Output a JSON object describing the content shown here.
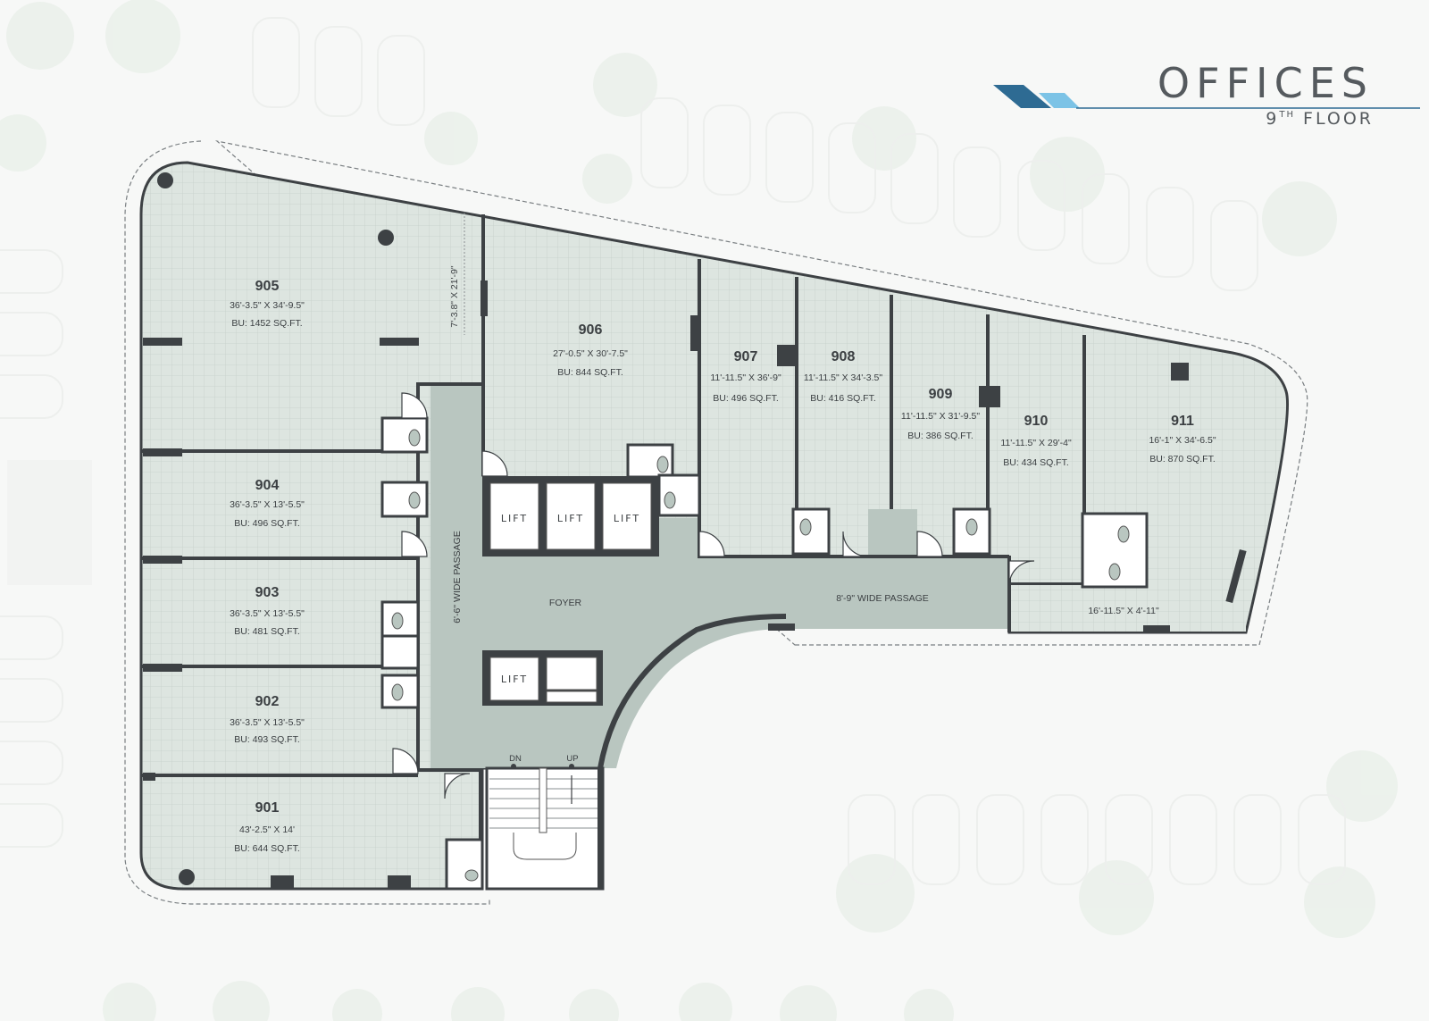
{
  "title": {
    "main": "OFFICES",
    "floor_num": "9",
    "floor_sup": "TH",
    "floor_word": "FLOOR"
  },
  "colors": {
    "unit_fill": "#dde5e0",
    "common_fill": "#b9c6c0",
    "wall": "#3d4144",
    "accent_dark": "#2e6b93",
    "accent_light": "#7cc3e6"
  },
  "units": [
    {
      "id": "905",
      "dims": "36'-3.5\" X 34'-9.5\"",
      "area": "BU: 1452 SQ.FT."
    },
    {
      "id": "906",
      "dims": "27'-0.5\" X 30'-7.5\"",
      "area": "BU: 844 SQ.FT."
    },
    {
      "id": "907",
      "dims": "11'-11.5\" X 36'-9\"",
      "area": "BU: 496 SQ.FT."
    },
    {
      "id": "908",
      "dims": "11'-11.5\" X 34'-3.5\"",
      "area": "BU: 416 SQ.FT."
    },
    {
      "id": "909",
      "dims": "11'-11.5\" X 31'-9.5\"",
      "area": "BU: 386 SQ.FT."
    },
    {
      "id": "910",
      "dims": "11'-11.5\" X 29'-4\"",
      "area": "BU: 434 SQ.FT."
    },
    {
      "id": "911",
      "dims": "16'-1\" X 34'-6.5\"",
      "area": "BU: 870 SQ.FT."
    },
    {
      "id": "904",
      "dims": "36'-3.5\" X 13'-5.5\"",
      "area": "BU: 496 SQ.FT."
    },
    {
      "id": "903",
      "dims": "36'-3.5\" X 13'-5.5\"",
      "area": "BU: 481 SQ.FT."
    },
    {
      "id": "902",
      "dims": "36'-3.5\" X 13'-5.5\"",
      "area": "BU: 493 SQ.FT."
    },
    {
      "id": "901",
      "dims": "43'-2.5\" X 14'",
      "area": "BU: 644 SQ.FT."
    }
  ],
  "labels": {
    "lift": "LIFT",
    "foyer": "FOYER",
    "passage_vertical": "6'-6\" WIDE PASSAGE",
    "passage_horizontal": "8'-9\" WIDE PASSAGE",
    "terrace_905": "7'-3.8\" X 21'-9\"",
    "terrace_911": "16'-11.5\" X 4'-11\"",
    "stair_dn": "DN",
    "stair_up": "UP"
  }
}
